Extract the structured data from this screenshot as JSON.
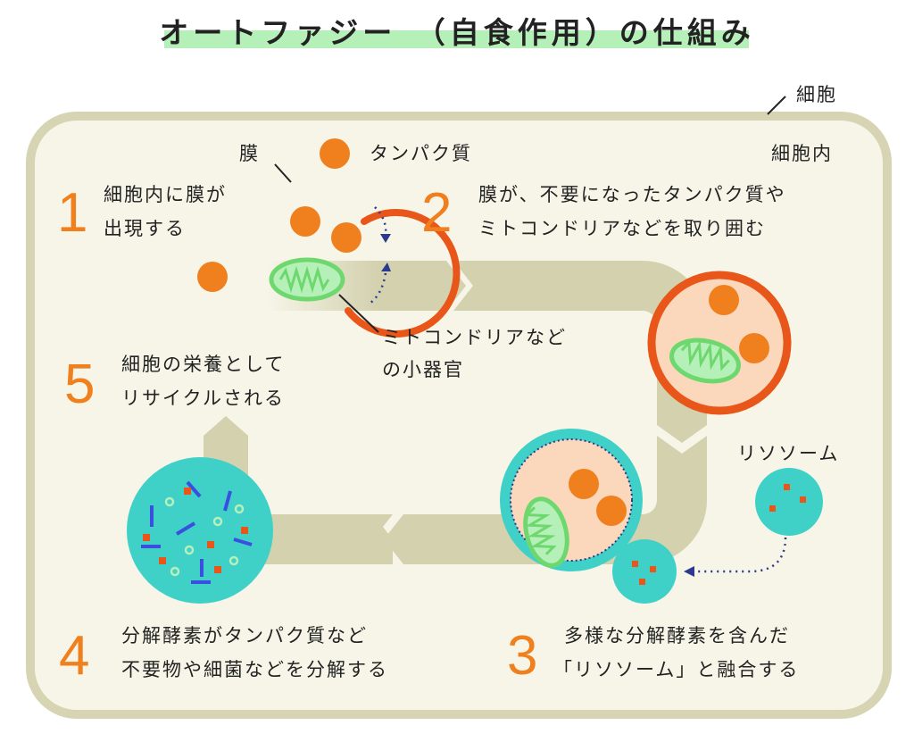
{
  "title": "オートファジー　（自食作用）の仕組み",
  "labels": {
    "cell": "細胞",
    "cell_inside": "細胞内",
    "membrane": "膜",
    "protein": "タンパク質",
    "mitochondria_line1": "ミトコンドリアなど",
    "mitochondria_line2": "の小器官",
    "lysosome": "リソソーム"
  },
  "steps": [
    {
      "number": "1",
      "line1": "細胞内に膜が",
      "line2": "出現する"
    },
    {
      "number": "2",
      "line1": "膜が、不要になったタンパク質や",
      "line2": "ミトコンドリアなどを取り囲む"
    },
    {
      "number": "3",
      "line1": "多様な分解酵素を含んだ",
      "line2": "「リソソーム」と融合する"
    },
    {
      "number": "4",
      "line1": "分解酵素がタンパク質など",
      "line2": "不要物や細菌などを分解する"
    },
    {
      "number": "5",
      "line1": "細胞の栄養として",
      "line2": "リサイクルされる"
    }
  ],
  "colors": {
    "cell_fill": "#f6f5e8",
    "cell_border": "#d6d4b2",
    "arrow": "#d3d1ae",
    "orange": "#f0801e",
    "orange_dark": "#e8561a",
    "peach": "#fbd7bb",
    "green": "#6ed86e",
    "green_light": "#b5f0b9",
    "teal": "#3fd0c8",
    "navy": "#2b3a8c",
    "blue": "#3a4fe0"
  },
  "icons": [
    "membrane-icon",
    "protein-icon",
    "mitochondria-icon",
    "lysosome-icon",
    "autophagosome-icon",
    "autolysosome-icon",
    "flow-arrow-icon"
  ]
}
